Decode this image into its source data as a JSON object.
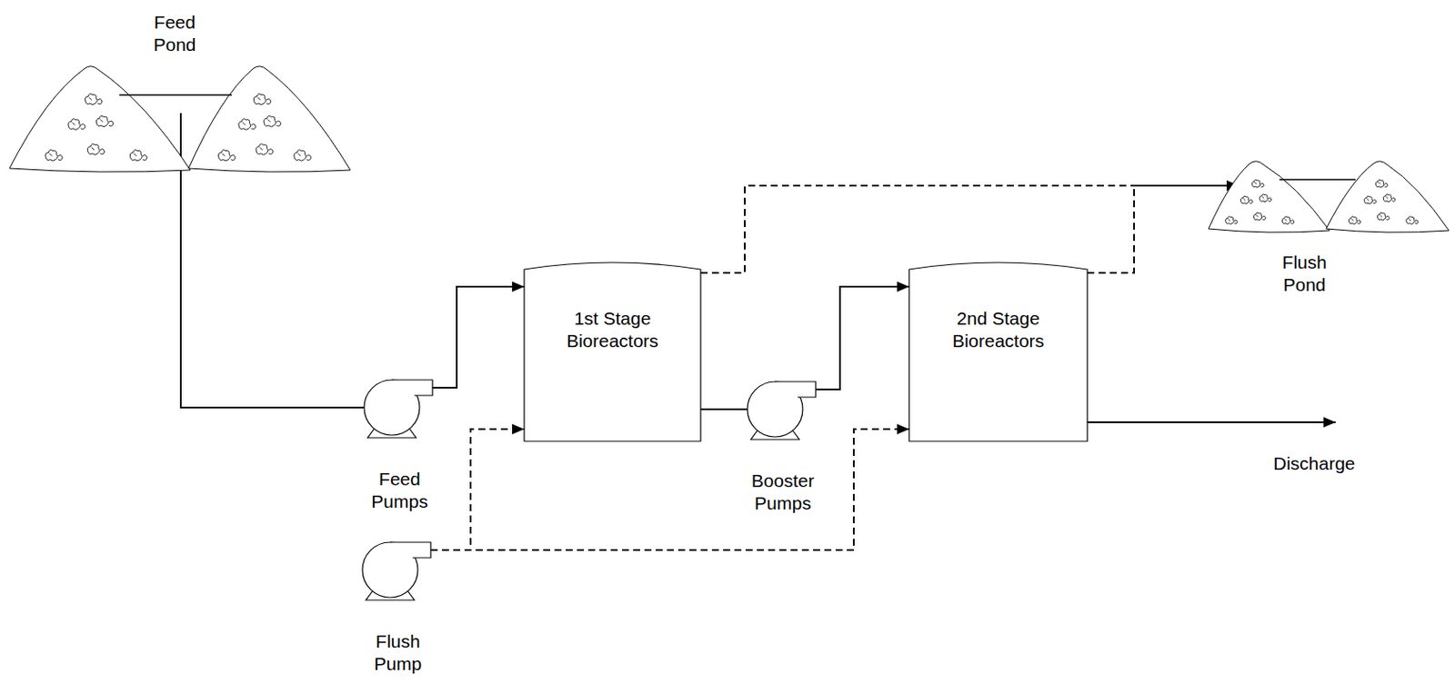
{
  "diagram": {
    "nodes": [
      {
        "text": [
          "Feed Pond"
        ]
      },
      {
        "text": [
          "1st Stage Bioreactors"
        ]
      },
      {
        "text": [
          "2nd Stage Bioreactors"
        ]
      },
      {
        "text": [
          "Flush Pond"
        ]
      },
      {
        "text": [
          "Feed Pumps"
        ]
      },
      {
        "text": [
          "Booster Pumps"
        ]
      },
      {
        "text": [
          "Flush Pump"
        ]
      }
    ],
    "edges": [
      {
        "from": 0,
        "to": 4,
        "arrow": "none"
      },
      {
        "from": 4,
        "to": 1,
        "arrow": "to"
      },
      {
        "from": 1,
        "to": 5,
        "arrow": "none"
      },
      {
        "from": 5,
        "to": 2,
        "arrow": "to"
      },
      {
        "from": 6,
        "to": 1,
        "arrow": "to"
      },
      {
        "from": 6,
        "to": 2,
        "arrow": "to"
      },
      {
        "from": 1,
        "to": 3,
        "arrow": "to"
      },
      {
        "from": 2,
        "to": 3,
        "arrow": "to"
      }
    ],
    "labels": [
      "Discharge"
    ]
  }
}
